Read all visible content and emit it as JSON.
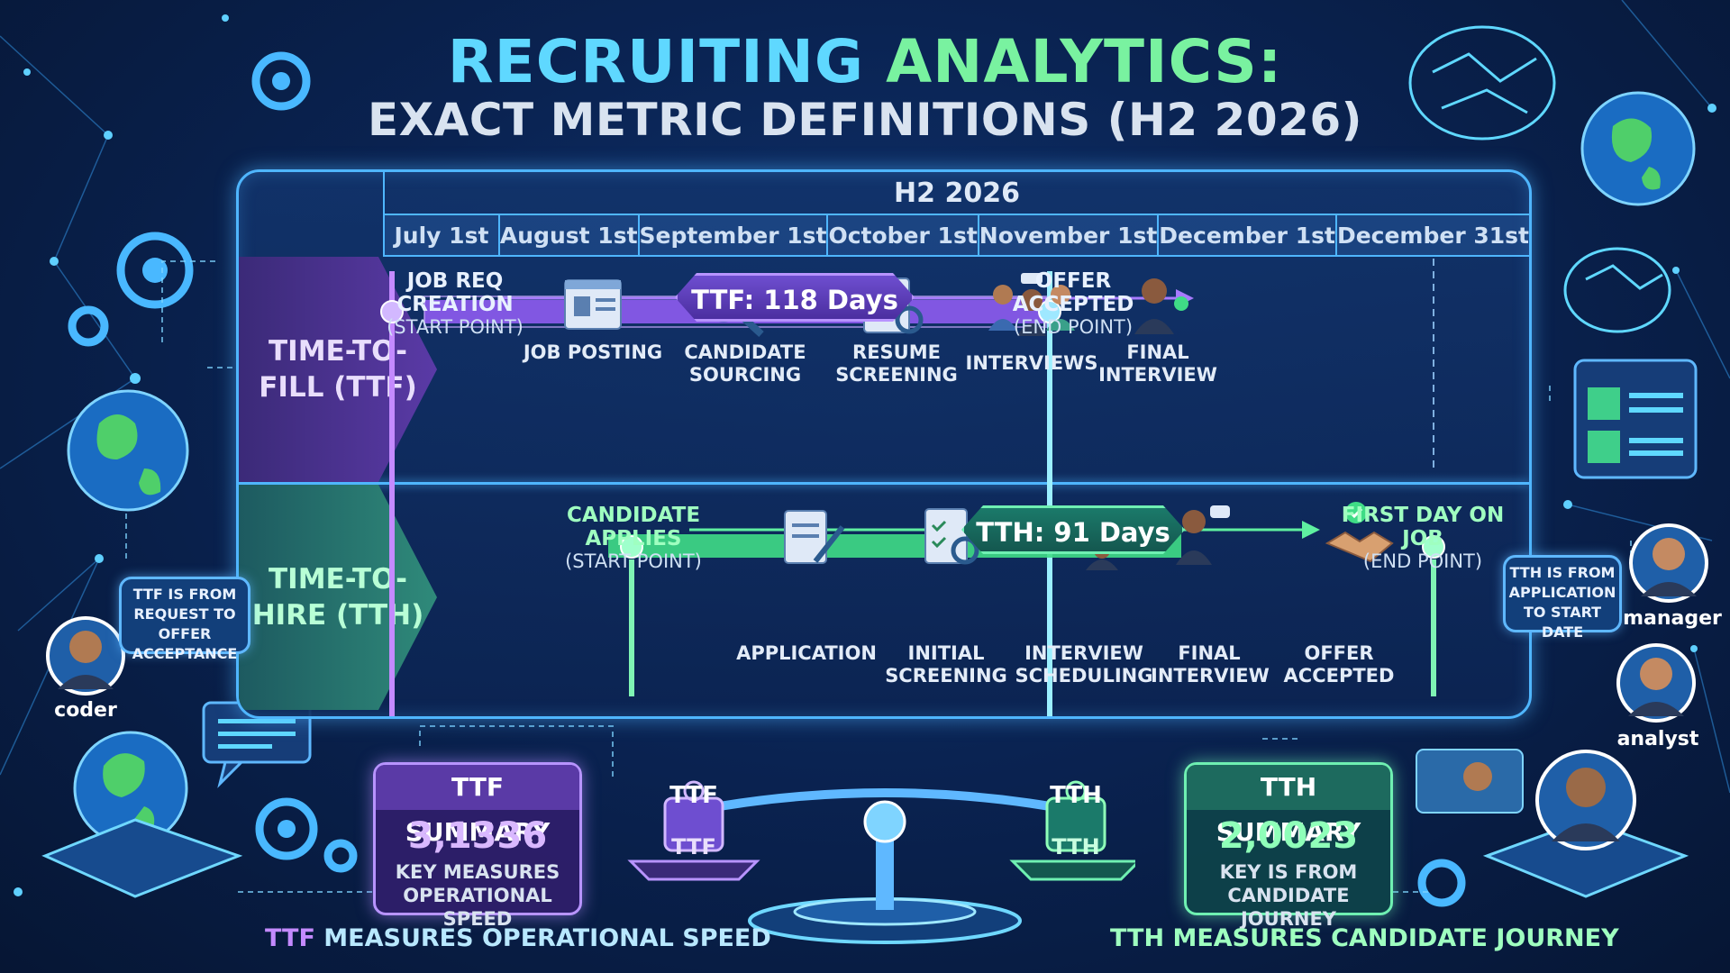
{
  "title": {
    "part1": "RECRUITING",
    "part2": "ANALYTICS:",
    "subtitle": "EXACT METRIC DEFINITIONS (H2 2026)"
  },
  "timeline": {
    "period": "H2 2026",
    "months": [
      "July 1st",
      "August 1st",
      "September 1st",
      "October 1st",
      "November 1st",
      "December 1st",
      "December 31st"
    ]
  },
  "ttf": {
    "label": "TIME-TO-FILL (TTF)",
    "start_main": "JOB REQ CREATION",
    "start_sub": "(START POINT)",
    "end_main": "OFFER ACCEPTED",
    "end_sub": "(END POINT)",
    "duration": "TTF: 118 Days",
    "stages": [
      {
        "label": "JOB POSTING",
        "icon": "job-posting-icon"
      },
      {
        "label": "CANDIDATE SOURCING",
        "icon": "magnifier-person-icon"
      },
      {
        "label": "RESUME SCREENING",
        "icon": "resume-screening-icon"
      },
      {
        "label": "INTERVIEWS",
        "icon": "group-interview-icon"
      },
      {
        "label": "FINAL INTERVIEW",
        "icon": "final-interview-icon"
      }
    ]
  },
  "tth": {
    "label": "TIME-TO-HIRE (TTH)",
    "start_main": "CANDIDATE APPLIES",
    "start_sub": "(START POINT)",
    "end_main": "FIRST DAY ON JOB",
    "end_sub": "(END POINT)",
    "duration": "TTH: 91 Days",
    "stages": [
      {
        "label": "APPLICATION",
        "icon": "application-form-icon"
      },
      {
        "label": "INITIAL SCREENING",
        "icon": "clipboard-check-icon"
      },
      {
        "label": "INTERVIEW SCHEDULING",
        "icon": "video-call-icon"
      },
      {
        "label": "FINAL INTERVIEW",
        "icon": "interviewer-icon"
      },
      {
        "label": "OFFER ACCEPTED",
        "icon": "handshake-icon"
      }
    ]
  },
  "ttf_summary": {
    "title": "TTF SUMMARY",
    "value": "3,1336",
    "line1": "KEY MEASURES",
    "line2": "OPERATIONAL SPEED"
  },
  "tth_summary": {
    "title": "TTH SUMMARY",
    "value": "2,0023",
    "line1": "KEY IS FROM",
    "line2": "CANDIDATE JOURNEY"
  },
  "scale": {
    "left": "TTF",
    "right": "TTH"
  },
  "footer": {
    "left_accent": "TTF",
    "left_rest": " MEASURES OPERATIONAL SPEED",
    "right": "TTH MEASURES CANDIDATE JOURNEY"
  },
  "bubbles": {
    "ttf_note": [
      "TTF IS FROM",
      "REQUEST TO",
      "OFFER ACCEPTANCE"
    ],
    "tth_note": [
      "TTH IS FROM",
      "APPLICATION",
      "TO START DATE"
    ]
  },
  "people": {
    "coder": "coder",
    "manager": "manager",
    "analyst": "analyst"
  },
  "colors": {
    "ttf": "#a77bff",
    "tth": "#5ff0a0",
    "frame": "#4fb6ff",
    "title_blue": "#5fd8ff",
    "title_green": "#79f2a0"
  }
}
